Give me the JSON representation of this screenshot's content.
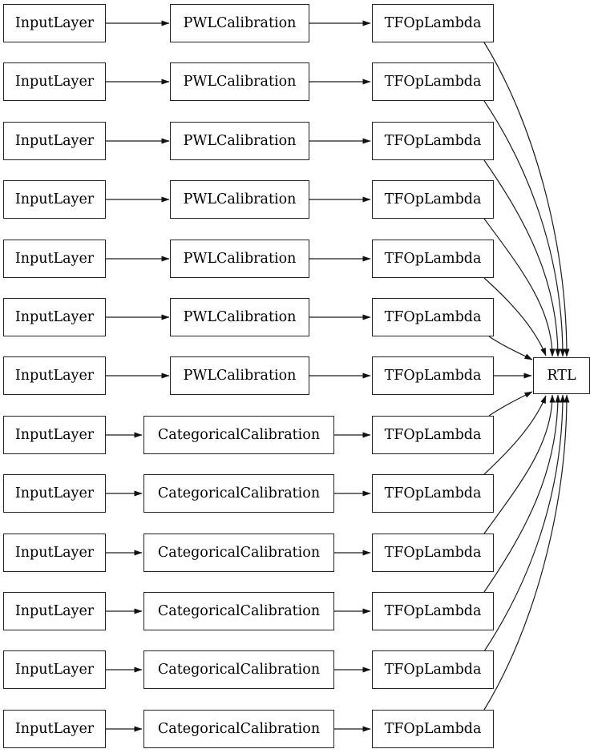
{
  "diagram": {
    "colors": {
      "background": "#ffffff",
      "node_fill": "#ffffff",
      "node_border": "#242424",
      "edge": "#1c1c1c"
    },
    "rows": [
      {
        "input": "InputLayer",
        "calibration": "PWLCalibration",
        "lambda": "TFOpLambda"
      },
      {
        "input": "InputLayer",
        "calibration": "PWLCalibration",
        "lambda": "TFOpLambda"
      },
      {
        "input": "InputLayer",
        "calibration": "PWLCalibration",
        "lambda": "TFOpLambda"
      },
      {
        "input": "InputLayer",
        "calibration": "PWLCalibration",
        "lambda": "TFOpLambda"
      },
      {
        "input": "InputLayer",
        "calibration": "PWLCalibration",
        "lambda": "TFOpLambda"
      },
      {
        "input": "InputLayer",
        "calibration": "PWLCalibration",
        "lambda": "TFOpLambda"
      },
      {
        "input": "InputLayer",
        "calibration": "PWLCalibration",
        "lambda": "TFOpLambda"
      },
      {
        "input": "InputLayer",
        "calibration": "CategoricalCalibration",
        "lambda": "TFOpLambda"
      },
      {
        "input": "InputLayer",
        "calibration": "CategoricalCalibration",
        "lambda": "TFOpLambda"
      },
      {
        "input": "InputLayer",
        "calibration": "CategoricalCalibration",
        "lambda": "TFOpLambda"
      },
      {
        "input": "InputLayer",
        "calibration": "CategoricalCalibration",
        "lambda": "TFOpLambda"
      },
      {
        "input": "InputLayer",
        "calibration": "CategoricalCalibration",
        "lambda": "TFOpLambda"
      },
      {
        "input": "InputLayer",
        "calibration": "CategoricalCalibration",
        "lambda": "TFOpLambda"
      }
    ],
    "output": {
      "label": "RTL"
    }
  }
}
